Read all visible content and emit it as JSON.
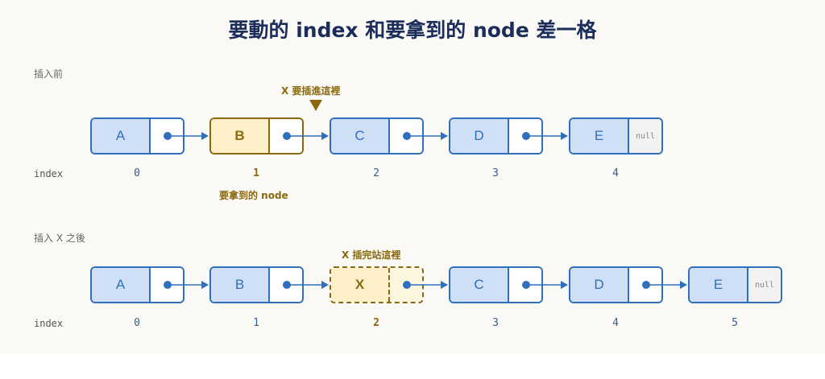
{
  "title": "要動的 index 和要拿到的 node 差一格",
  "before": {
    "section_label": "插入前",
    "nodes": [
      {
        "value": "A",
        "next": "pointer"
      },
      {
        "value": "B",
        "next": "pointer"
      },
      {
        "value": "C",
        "next": "pointer"
      },
      {
        "value": "D",
        "next": "pointer"
      },
      {
        "value": "E",
        "next": "null"
      }
    ],
    "null_text": "null",
    "index_label": "index",
    "indices": [
      "0",
      "1",
      "2",
      "3",
      "4"
    ],
    "insert_marker_text": "X 要插進這裡",
    "target_note": "要拿到的 node"
  },
  "after": {
    "section_label": "插入 X 之後",
    "nodes": [
      {
        "value": "A",
        "next": "pointer"
      },
      {
        "value": "B",
        "next": "pointer"
      },
      {
        "value": "X",
        "next": "pointer"
      },
      {
        "value": "C",
        "next": "pointer"
      },
      {
        "value": "D",
        "next": "pointer"
      },
      {
        "value": "E",
        "next": "null"
      }
    ],
    "null_text": "null",
    "index_label": "index",
    "indices": [
      "0",
      "1",
      "2",
      "3",
      "4",
      "5"
    ],
    "inserted_note": "X 插完站這裡"
  },
  "colors": {
    "node_border": "#2f6fbb",
    "node_fill": "#cfe0f6",
    "highlight": "#8a6a10",
    "highlight_fill": "#fdf0c9",
    "title": "#1b2d5a"
  }
}
